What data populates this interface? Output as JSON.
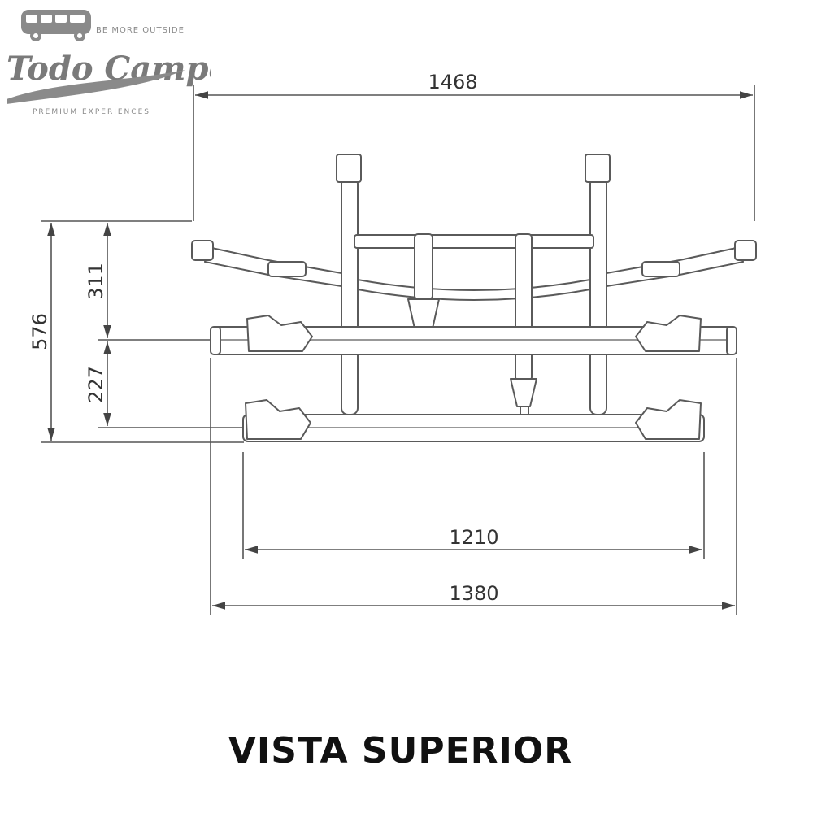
{
  "logo": {
    "tagline": "BE MORE OUTSIDE",
    "name": "Todo Campers",
    "subtitle": "PREMIUM EXPERIENCES",
    "icon": "campervan-icon"
  },
  "dimensions": {
    "total_width": "1468",
    "height_total": "576",
    "height_upper": "311",
    "height_lower": "227",
    "inner_width": "1210",
    "outer_width": "1380"
  },
  "view_title": "VISTA SUPERIOR",
  "colors": {
    "line": "#555555",
    "part": "#6b6b6b",
    "logo": "#7a7a7a"
  }
}
